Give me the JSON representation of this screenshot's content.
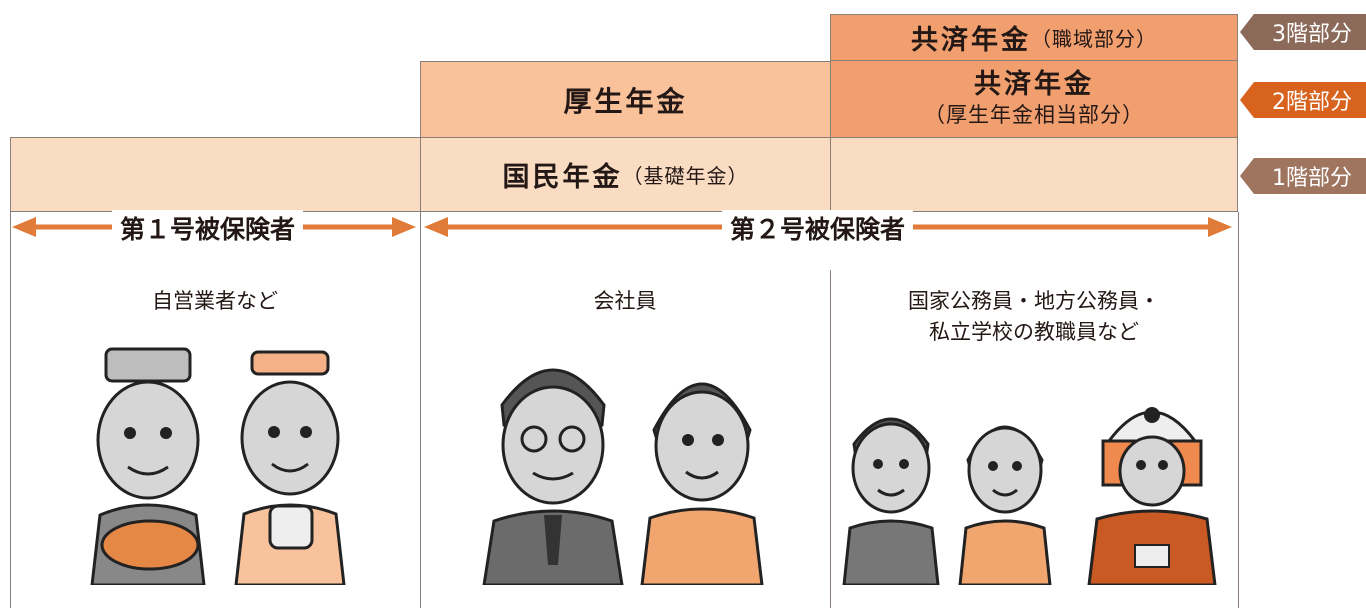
{
  "tiers": {
    "tier3": {
      "title": "共済年金",
      "note": "（職域部分）",
      "tag": "3階部分"
    },
    "tier2": {
      "kosei": "厚生年金",
      "kyosai_title": "共済年金",
      "kyosai_note": "（厚生年金相当部分）",
      "tag": "2階部分"
    },
    "tier1": {
      "title": "国民年金",
      "note": "（基礎年金）",
      "tag": "1階部分"
    }
  },
  "insured": {
    "first": "第１号被保険者",
    "second": "第２号被保険者"
  },
  "categories": {
    "self_employed": "自営業者など",
    "company": "会社員",
    "public_line1": "国家公務員・地方公務員・",
    "public_line2": "私立学校の教職員など"
  },
  "colors": {
    "tier1_fill": "#fadcc3",
    "tier2_fill": "#f9c29a",
    "tier3_fill": "#f29f6f",
    "tag_3": "#8c6a5a",
    "tag_2": "#d8631f",
    "tag_1": "#a07560",
    "arrow": "#e07b39"
  },
  "icons": [
    "fishmonger-man-icon",
    "baker-woman-icon",
    "businessman-icon",
    "businesswoman-icon",
    "civil-servant-man-icon",
    "civil-servant-woman-icon",
    "firefighter-icon"
  ]
}
